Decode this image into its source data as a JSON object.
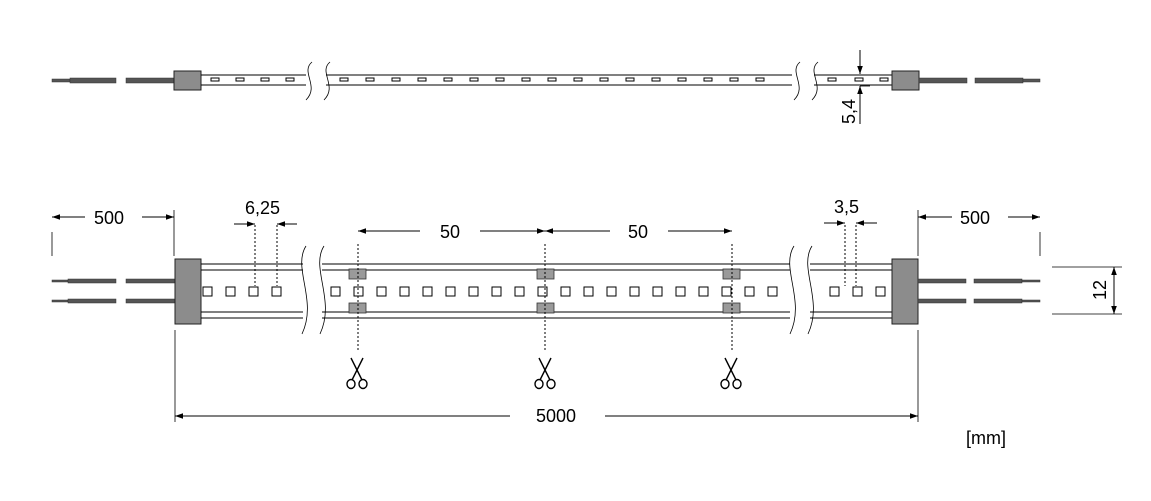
{
  "labels": {
    "side_height": "5,4",
    "lead_left": "500",
    "lead_right": "500",
    "led_pitch": "6,25",
    "led_size": "3,5",
    "cut_interval_1": "50",
    "cut_interval_2": "50",
    "strip_width": "12",
    "total_length": "5000",
    "unit": "[mm]"
  },
  "icons": {
    "cut_mark": "scissors-icon"
  },
  "colors": {
    "line": "#000000",
    "end_cap": "#8c8c8c",
    "solder_pad": "#9a9a9a",
    "wire": "#555555"
  }
}
